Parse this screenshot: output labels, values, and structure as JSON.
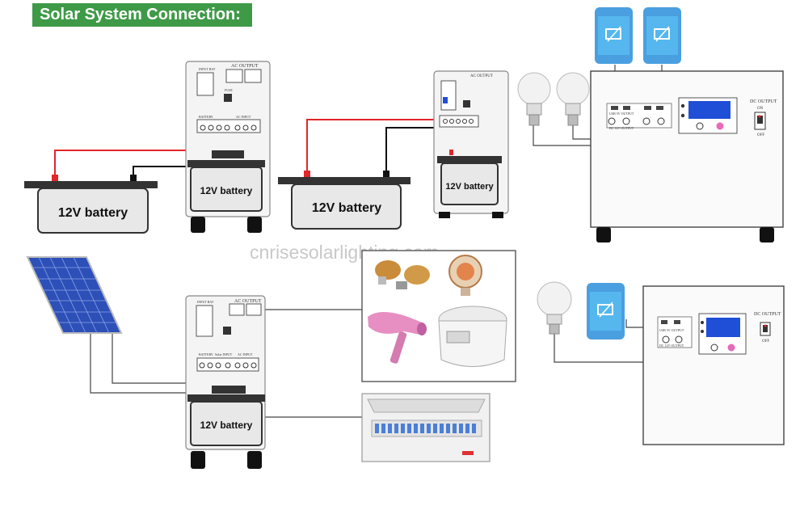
{
  "title": "Solar System Connection:",
  "watermark": "cnrisesolarlighting.com",
  "battery_label": "12V battery",
  "inverter": {
    "ac_output": "AC OUTPUT",
    "input_bat": "INPUT BAT",
    "on": "ON",
    "off": "OFF",
    "fuse": "FUSE",
    "terminal_battery": "BATTERY",
    "terminal_solar": "Solar INPUT",
    "terminal_ac": "AC INPUT"
  },
  "power_box": {
    "dc_output": "DC OUTPUT",
    "on": "ON",
    "off": "OFF",
    "usb_label": "USB 5V OUTPUT",
    "dc_label": "DC 12V OUTPUT"
  },
  "colors": {
    "title_bg": "#3e9a47",
    "positive_wire": "#e2262b",
    "negative_wire": "#111111",
    "signal_wire": "#444444",
    "lcd": "#1f4fd6"
  },
  "icons": [
    "solar-panel-icon",
    "phone-icon",
    "bulb-icon",
    "heater-icon",
    "hair-dryer-icon",
    "rice-cooker-icon",
    "distribution-box-icon"
  ]
}
